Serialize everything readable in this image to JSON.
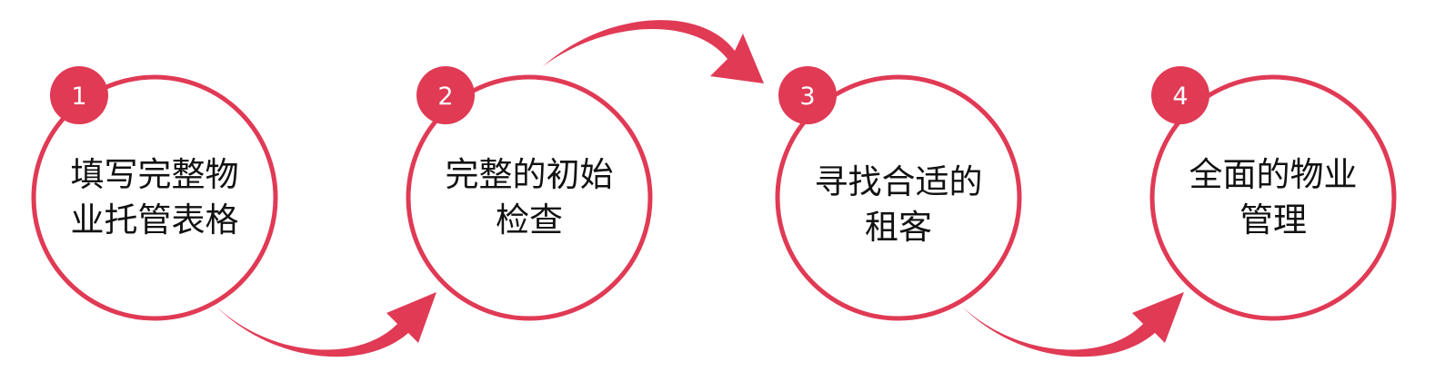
{
  "accent_color": "#e03a55",
  "text_color": "#111111",
  "steps": [
    {
      "number": "1",
      "line1": "填写完整物",
      "line2": "业托管表格"
    },
    {
      "number": "2",
      "line1": "完整的初始",
      "line2": "检查"
    },
    {
      "number": "3",
      "line1": "寻找合适的",
      "line2": "租客"
    },
    {
      "number": "4",
      "line1": "全面的物业",
      "line2": "管理"
    }
  ],
  "connectors": [
    {
      "from": "1",
      "to": "2",
      "icon": "curved-arrow-icon"
    },
    {
      "from": "2",
      "to": "3",
      "icon": "curved-arrow-icon"
    },
    {
      "from": "3",
      "to": "4",
      "icon": "curved-arrow-icon"
    }
  ]
}
